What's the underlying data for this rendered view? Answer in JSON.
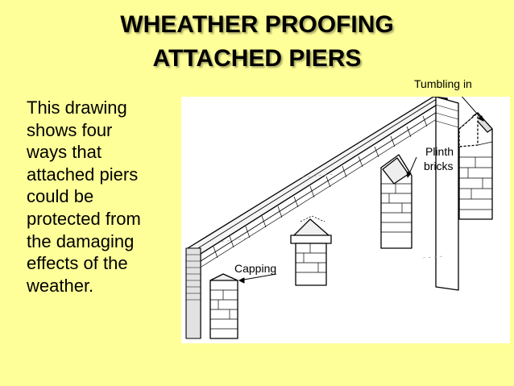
{
  "slide": {
    "title_lines": [
      "WHEATHER PROOFING",
      "ATTACHED PIERS"
    ],
    "body_lines": [
      "This drawing",
      "shows four",
      "ways that",
      "attached piers",
      "could be",
      "protected from",
      "the damaging",
      "effects of the",
      "weather."
    ]
  },
  "diagram": {
    "labels": {
      "tumbling_in": "Tumbling in",
      "plinth": "Plinth",
      "bricks": "bricks",
      "capping": "Capping"
    }
  },
  "colors": {
    "background": "#ffff99",
    "drawing_background": "#ffffff",
    "ink": "#000000"
  }
}
